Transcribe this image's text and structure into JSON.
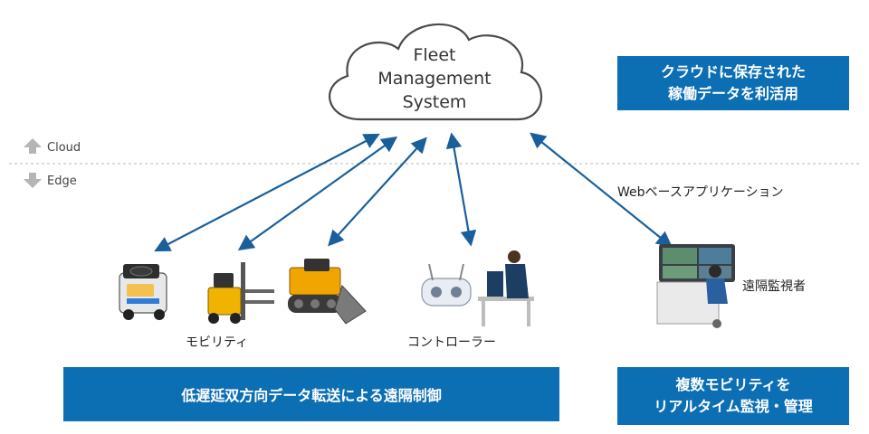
{
  "cloud": {
    "title": "Fleet\nManagement\nSystem"
  },
  "zones": {
    "cloud_label": "Cloud",
    "edge_label": "Edge"
  },
  "labels": {
    "web_app": "Webベースアプリケーション",
    "operator": "遠隔監視者",
    "mobility": "モビリティ",
    "controller": "コントローラー"
  },
  "boxes": {
    "cloud_data": "クラウドに保存された\n稼働データを利活用",
    "remote_control": "低遅延双方向データ転送による遠隔制御",
    "monitoring": "複数モビリティを\nリアルタイム監視・管理"
  },
  "colors": {
    "accent": "#0d6fb3",
    "arrow": "#1a5f9a",
    "divider": "#c8c8c8",
    "zone_arrow": "#b5b5b5"
  },
  "icons": {
    "cloud": "cloud-icon",
    "up": "arrow-up-icon",
    "down": "arrow-down-icon",
    "delivery_robot": "delivery-robot-icon",
    "forklift": "forklift-icon",
    "excavator": "bulldozer-icon",
    "remote_controller": "remote-controller-icon",
    "pc_operator": "pc-operator-icon",
    "monitoring_desk": "monitoring-desk-icon"
  }
}
